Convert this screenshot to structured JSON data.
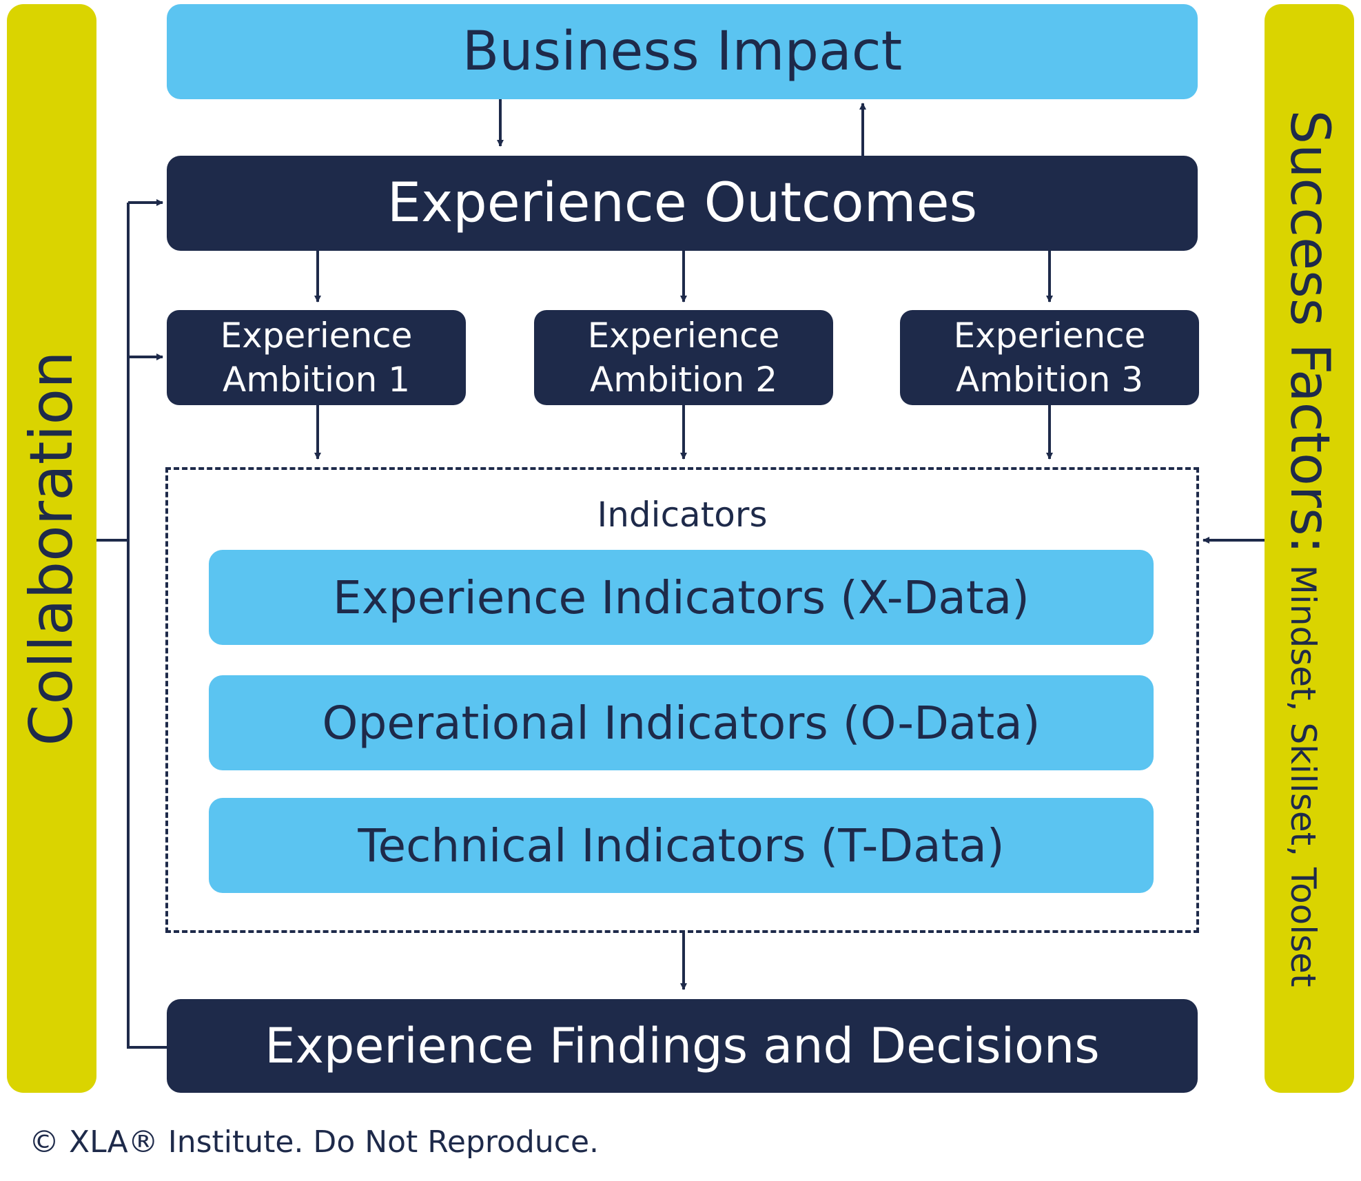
{
  "diagram": {
    "business_impact": "Business Impact",
    "experience_outcomes": "Experience Outcomes",
    "ambitions": [
      {
        "line1": "Experience",
        "line2": "Ambition 1"
      },
      {
        "line1": "Experience",
        "line2": "Ambition 2"
      },
      {
        "line1": "Experience",
        "line2": "Ambition 3"
      }
    ],
    "indicators_label": "Indicators",
    "indicators": [
      "Experience Indicators (X-Data)",
      "Operational Indicators (O-Data)",
      "Technical Indicators (T-Data)"
    ],
    "findings": "Experience Findings and Decisions",
    "collaboration": "Collaboration",
    "success_factors": {
      "main": "Success Factors:",
      "sub": " Mindset, Skillset, Toolset"
    },
    "copyright": "© XLA® Institute. Do Not Reproduce."
  },
  "colors": {
    "navy": "#1e2a4a",
    "sky_blue": "#5bc4f1",
    "lime": "#dad400"
  }
}
